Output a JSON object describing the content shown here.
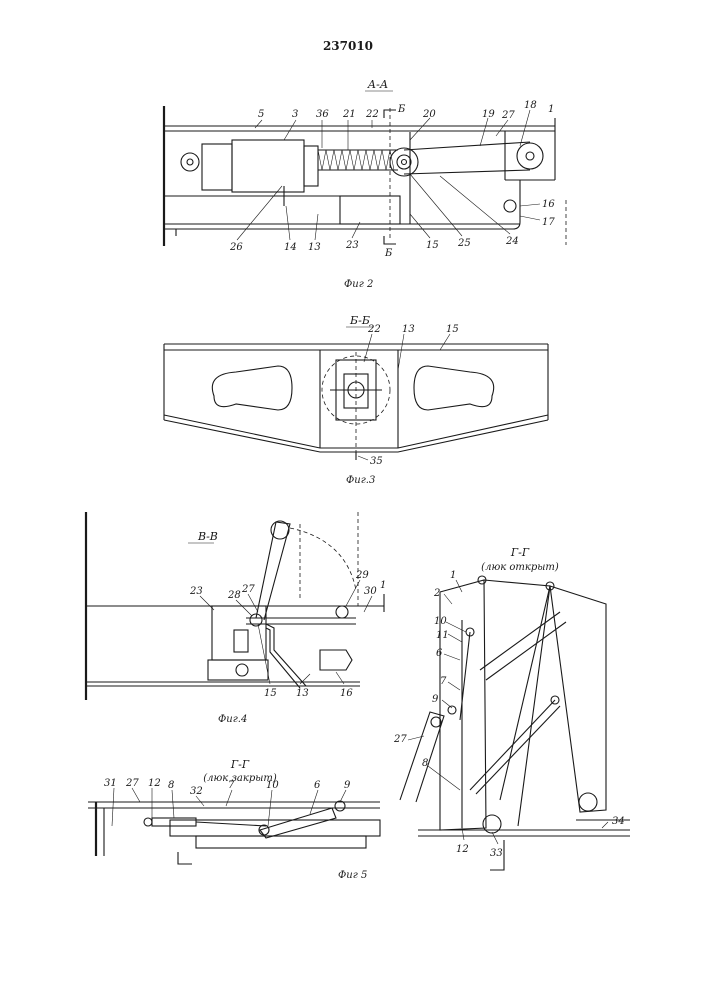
{
  "patent_number": "237010",
  "figures": {
    "fig2": {
      "section": "А-А",
      "cut_mark": "Б",
      "caption": "Фиг 2",
      "labels": [
        "5",
        "3",
        "36",
        "21",
        "22",
        "20",
        "19",
        "27",
        "18",
        "1",
        "16",
        "17",
        "24",
        "25",
        "15",
        "23",
        "13",
        "14",
        "26"
      ]
    },
    "fig3": {
      "section": "Б-Б",
      "caption": "Фиг.3",
      "labels": [
        "22",
        "13",
        "15",
        "35"
      ]
    },
    "fig4": {
      "section": "В-В",
      "caption": "Фиг.4",
      "labels": [
        "23",
        "28",
        "27",
        "29",
        "30",
        "1",
        "15",
        "13",
        "16"
      ]
    },
    "fig5_closed": {
      "section": "Г-Г",
      "note": "(люк закрыт)",
      "labels": [
        "31",
        "27",
        "12",
        "8",
        "32",
        "7",
        "10",
        "6",
        "9"
      ]
    },
    "fig5_open": {
      "section": "Г-Г",
      "note": "(люк открыт)",
      "labels": [
        "1",
        "2",
        "10",
        "11",
        "6",
        "7",
        "9",
        "27",
        "8",
        "12",
        "33",
        "34"
      ]
    },
    "fig5_caption": "Фиг 5"
  }
}
